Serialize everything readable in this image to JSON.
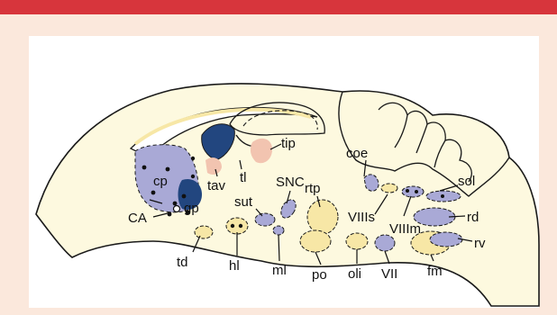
{
  "colors": {
    "banner": "#d7353c",
    "background": "#fbe8dc",
    "panel": "#ffffff",
    "brain_fill": "#fdf9df",
    "outline": "#1a1a1a",
    "nucleus_blue": "#a9a9d6",
    "nucleus_dark": "#22467f",
    "nucleus_peach": "#f2c4b0",
    "nucleus_yellow": "#f7e7a6"
  },
  "labels": {
    "cp": "cp",
    "gp": "gp",
    "ca": "CA",
    "tav": "tav",
    "tl": "tl",
    "tip": "tip",
    "snc": "SNC",
    "sut": "sut",
    "rtp": "rtp",
    "coe": "coe",
    "sol": "sol",
    "rd": "rd",
    "rv": "rv",
    "viiis": "VIIIs",
    "viiim": "VIIIm",
    "td": "td",
    "hl": "hl",
    "ml": "ml",
    "po": "po",
    "oli": "oli",
    "vii": "VII",
    "fm": "fm"
  }
}
